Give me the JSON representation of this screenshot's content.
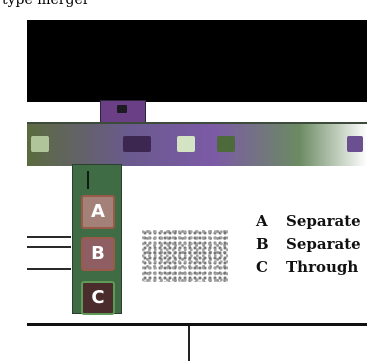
{
  "caption": "type merger",
  "keys": [
    "A",
    "B",
    "C"
  ],
  "legend": [
    {
      "letter": "A",
      "text": "Separate"
    },
    {
      "letter": "B",
      "text": "Separate"
    },
    {
      "letter": "C",
      "text": "Through"
    }
  ],
  "colors": {
    "rail": "#3f6b45",
    "band_purple": "#7c5aa6",
    "key_a": "#a48178",
    "key_b": "#8f5e63",
    "key_c": "#4a2c2c"
  }
}
